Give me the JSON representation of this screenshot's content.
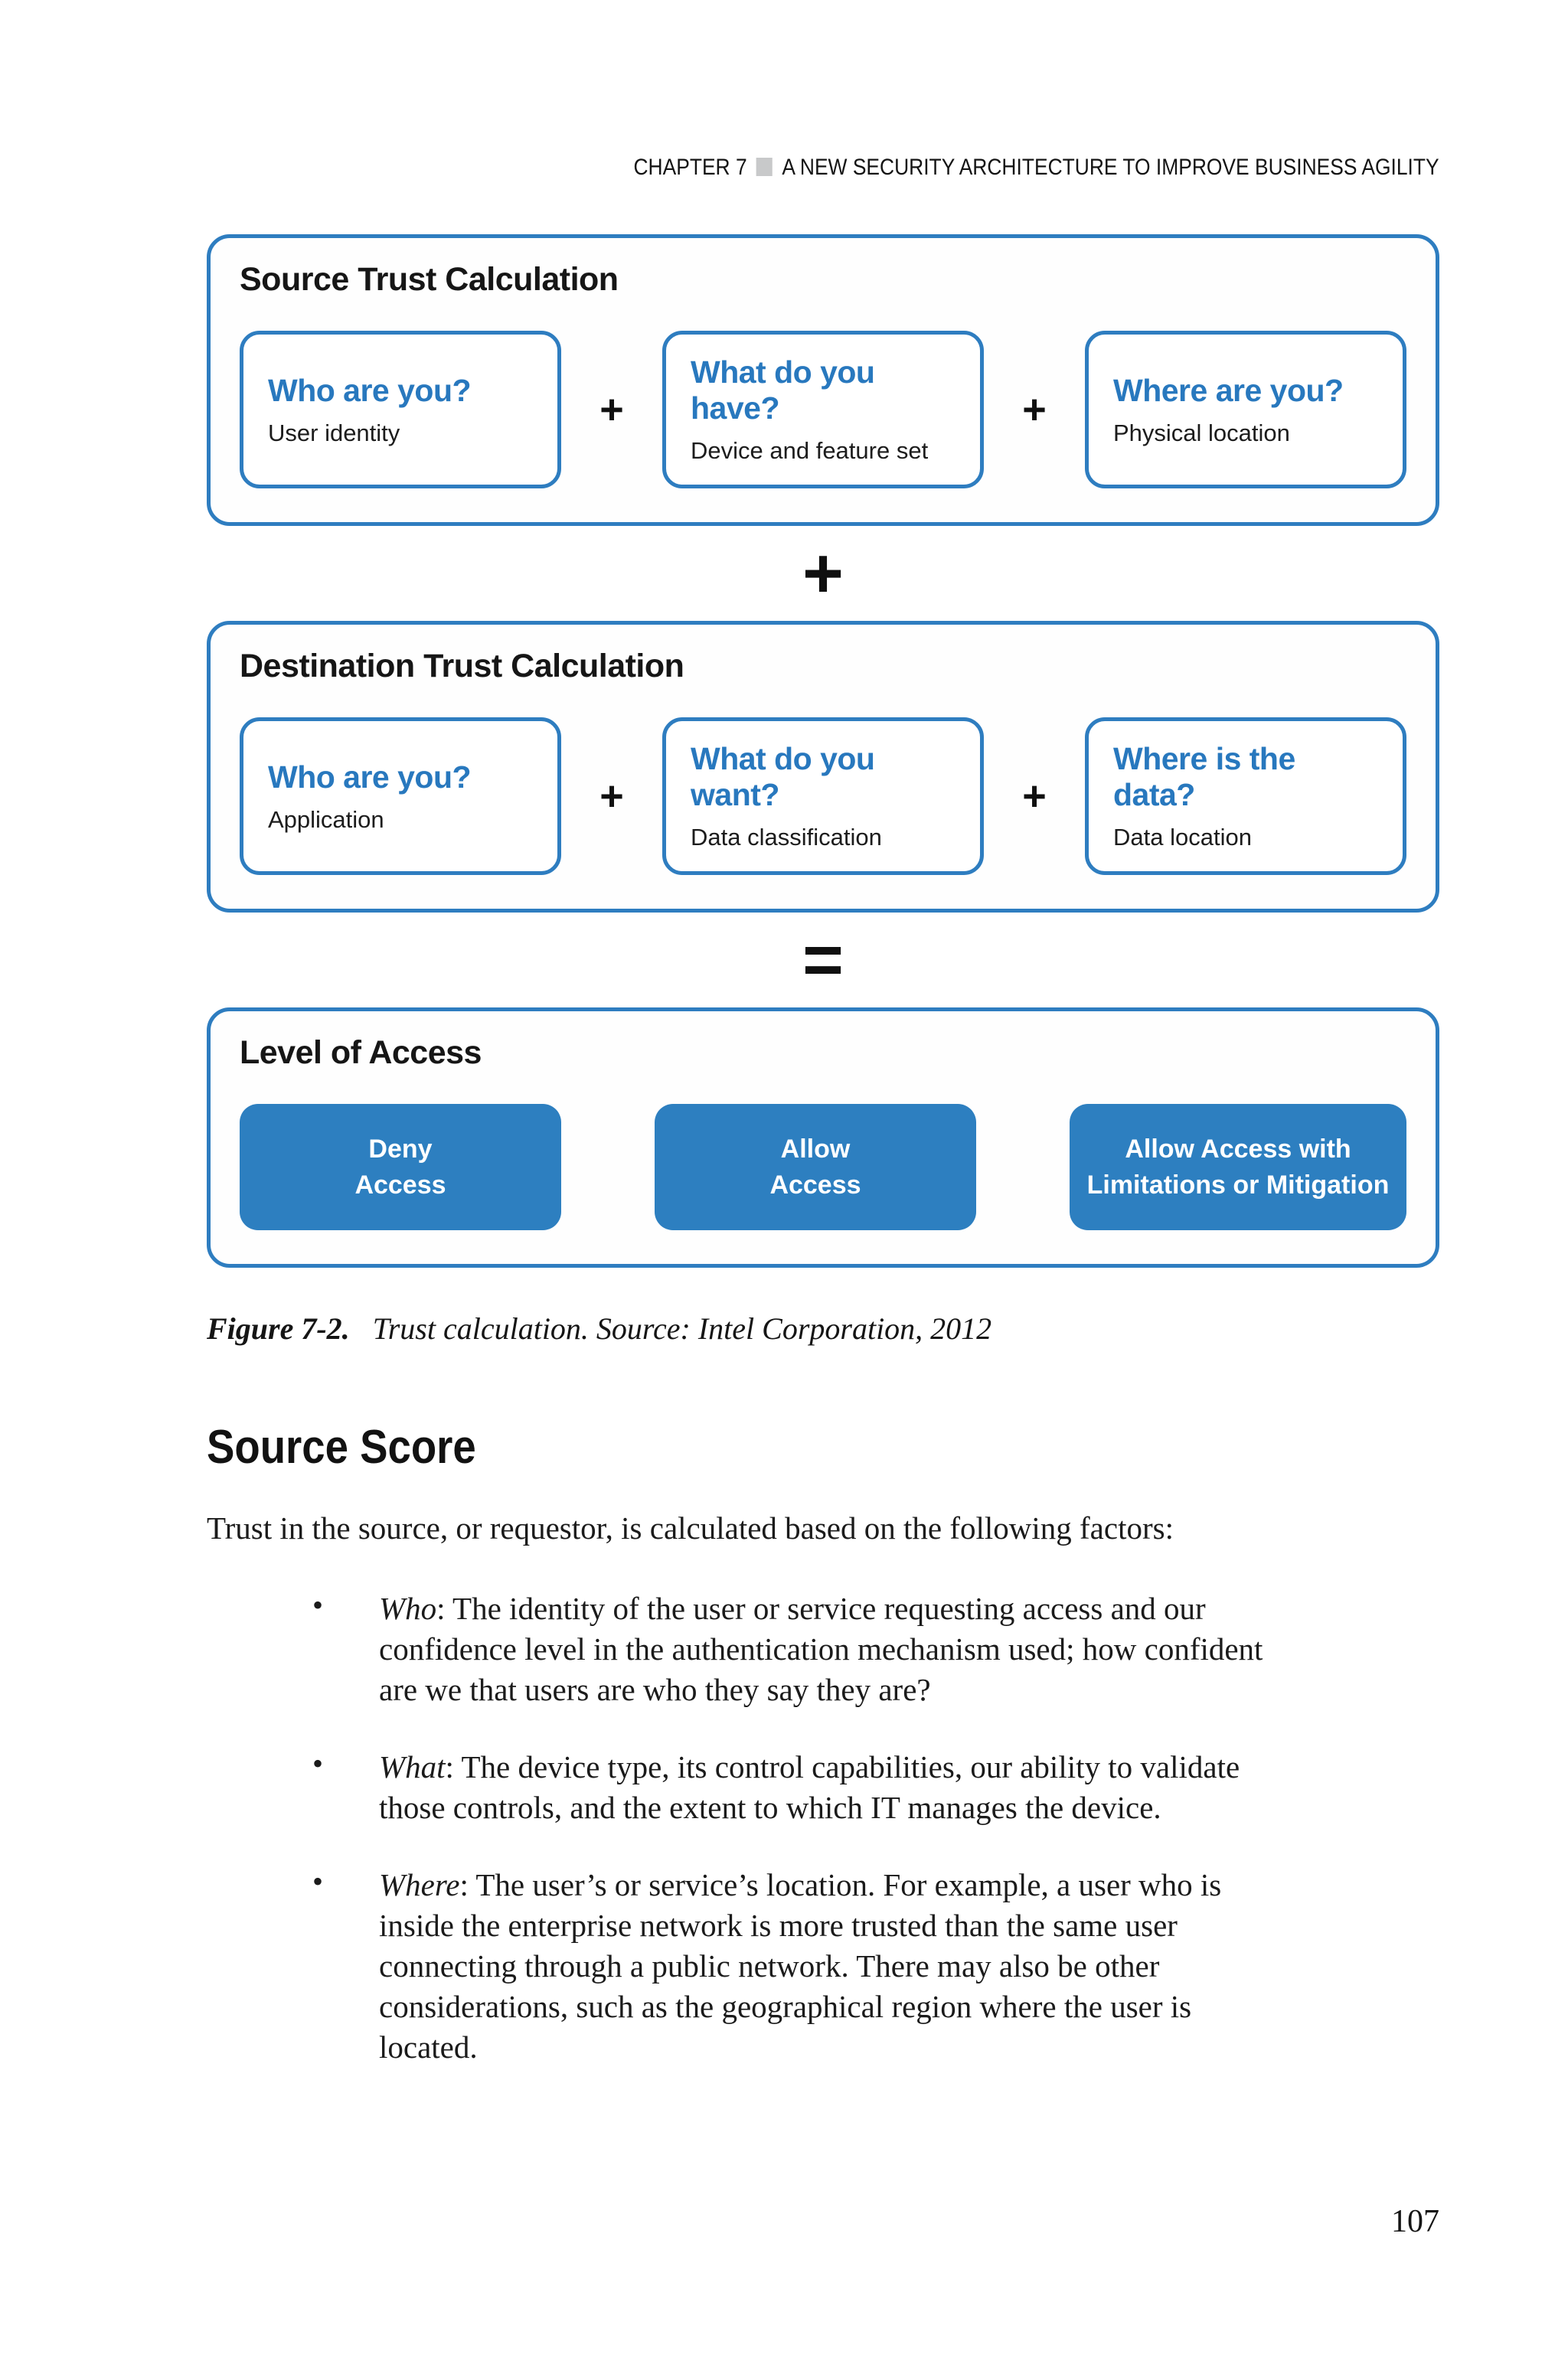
{
  "page": {
    "header": {
      "chapter": "CHAPTER 7",
      "title": "A NEW SECURITY ARCHITECTURE TO IMPROVE BUSINESS AGILITY"
    },
    "page_number": "107"
  },
  "figure": {
    "colors": {
      "panel_border": "#2e7dc0",
      "button_fill": "#2d7fc0",
      "question_text": "#2878be",
      "header_square": "#c8c9ca"
    },
    "op_plus": "+",
    "op_equals": "=",
    "panels": [
      {
        "title": "Source Trust Calculation",
        "op": "+",
        "boxes": [
          {
            "q": "Who are you?",
            "sub": "User identity"
          },
          {
            "q": "What do you have?",
            "sub": "Device and feature set"
          },
          {
            "q": "Where are you?",
            "sub": "Physical location"
          }
        ]
      },
      {
        "title": "Destination Trust Calculation",
        "op": "+",
        "boxes": [
          {
            "q": "Who are you?",
            "sub": "Application"
          },
          {
            "q": "What do you want?",
            "sub": "Data classification"
          },
          {
            "q": "Where is the data?",
            "sub": "Data location"
          }
        ]
      }
    ],
    "access": {
      "title": "Level of Access",
      "buttons": [
        {
          "line1": "Deny",
          "line2": "Access"
        },
        {
          "line1": "Allow",
          "line2": "Access"
        },
        {
          "line1": "Allow Access with",
          "line2": "Limitations or Mitigation"
        }
      ]
    }
  },
  "caption": {
    "label": "Figure 7-2.",
    "text": "Trust calculation. Source: Intel Corporation, 2012"
  },
  "section": {
    "heading": "Source Score",
    "intro": "Trust in the source, or requestor, is calculated based on the following factors:",
    "bullet_marker": "•",
    "bullets": [
      {
        "term": "Who",
        "text": ": The identity of the user or service requesting access and our confidence level in the authentication mechanism used; how confident are we that users are who they say they are?"
      },
      {
        "term": "What",
        "text": ": The device type, its control capabilities, our ability to validate those controls, and the extent to which IT manages the device."
      },
      {
        "term": "Where",
        "text": ": The user’s or service’s location. For example, a user who is inside the enterprise network is more trusted than the same user connecting through a public network. There may also be other considerations, such as the geographical region where the user is located."
      }
    ]
  }
}
